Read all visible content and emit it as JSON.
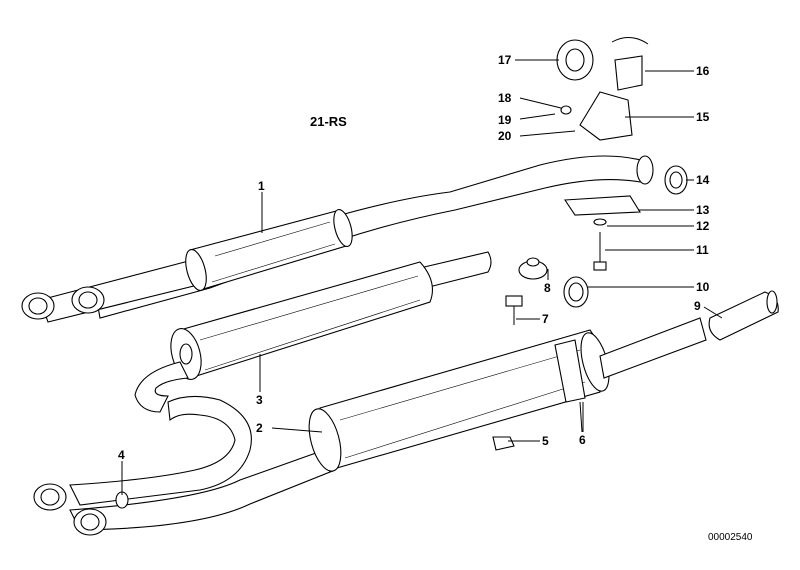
{
  "diagram": {
    "title": "21-RS",
    "reference": "00002540",
    "callouts": [
      "1",
      "2",
      "3",
      "4",
      "5",
      "6",
      "7",
      "8",
      "9",
      "10",
      "11",
      "12",
      "13",
      "14",
      "15",
      "16",
      "17",
      "18",
      "19",
      "20"
    ]
  },
  "colors": {
    "ink": "#000000",
    "paper": "#ffffff"
  }
}
